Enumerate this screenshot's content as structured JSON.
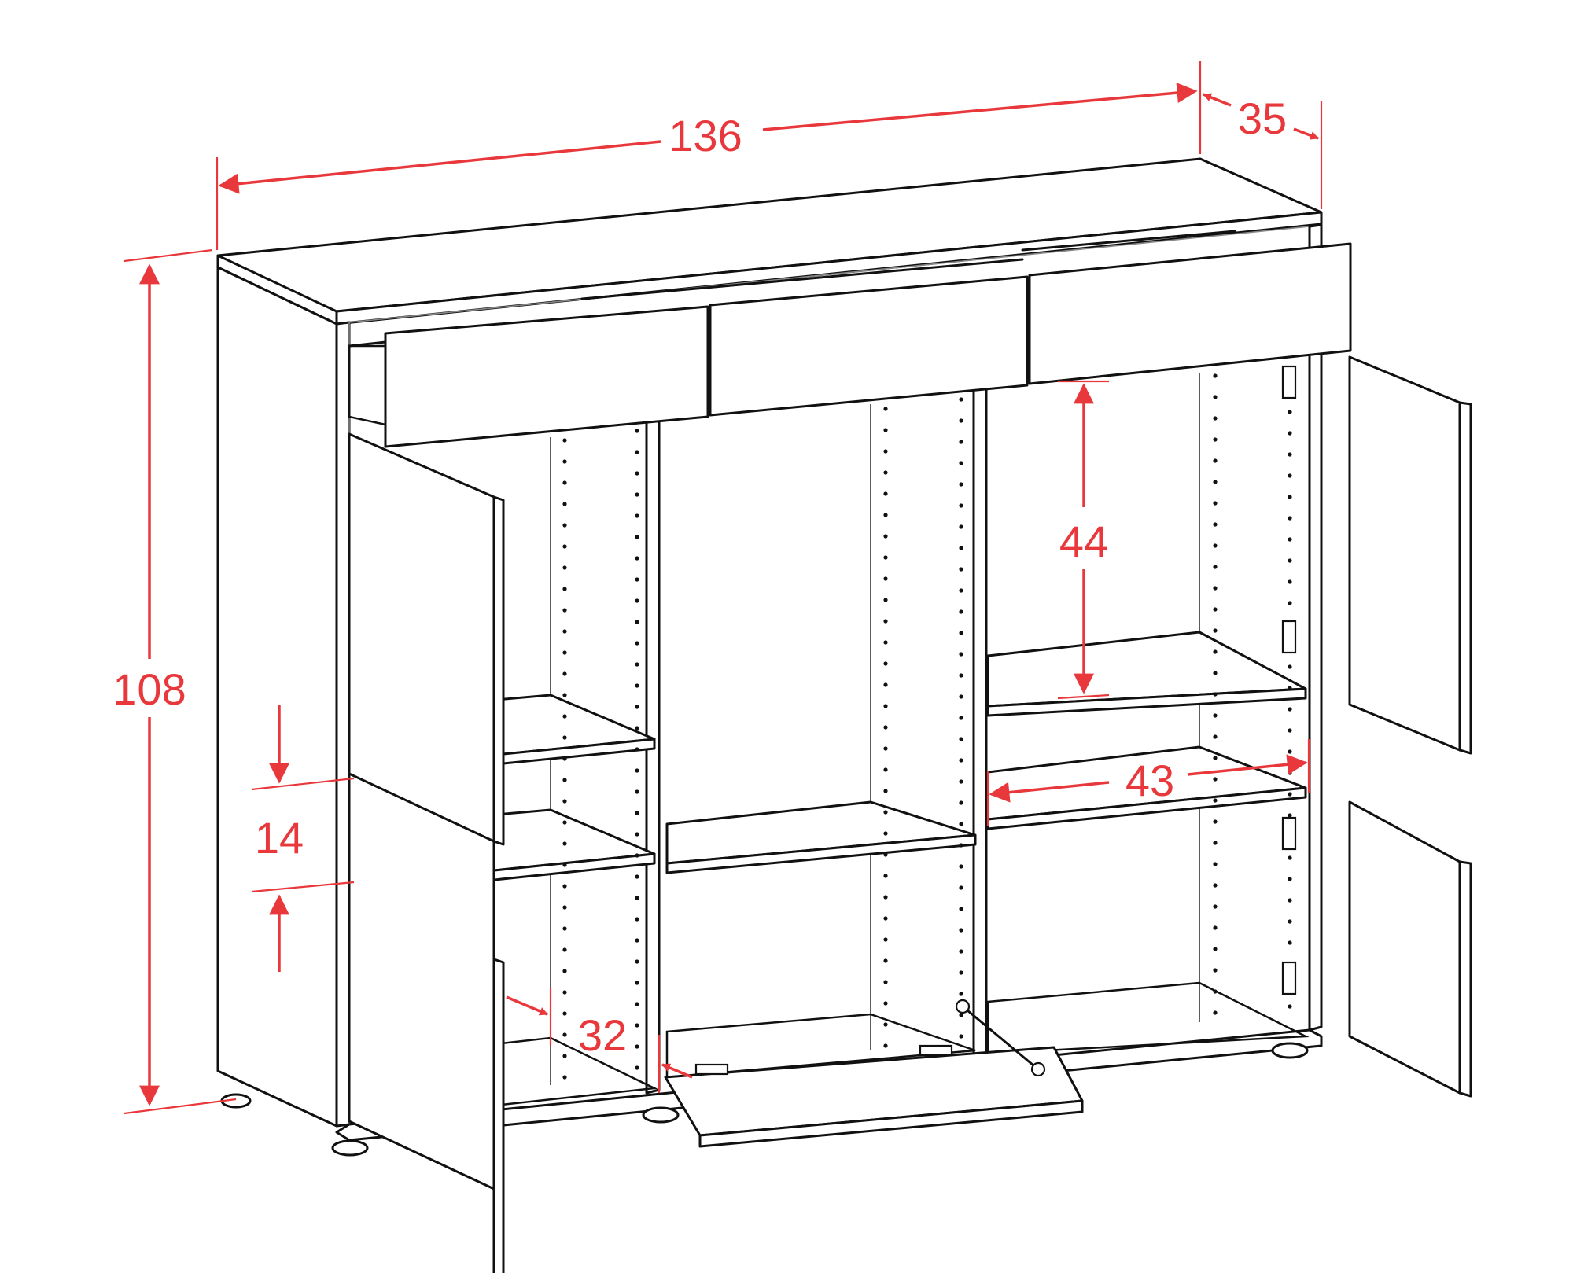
{
  "colors": {
    "dimension": "#e8383b",
    "outline": "#111111",
    "background": "#ffffff"
  },
  "dimensions": {
    "width": "136",
    "depth": "35",
    "height": "108",
    "compartment_height": "44",
    "compartment_width": "43",
    "shelf_gap": "14",
    "inner_depth": "32"
  }
}
